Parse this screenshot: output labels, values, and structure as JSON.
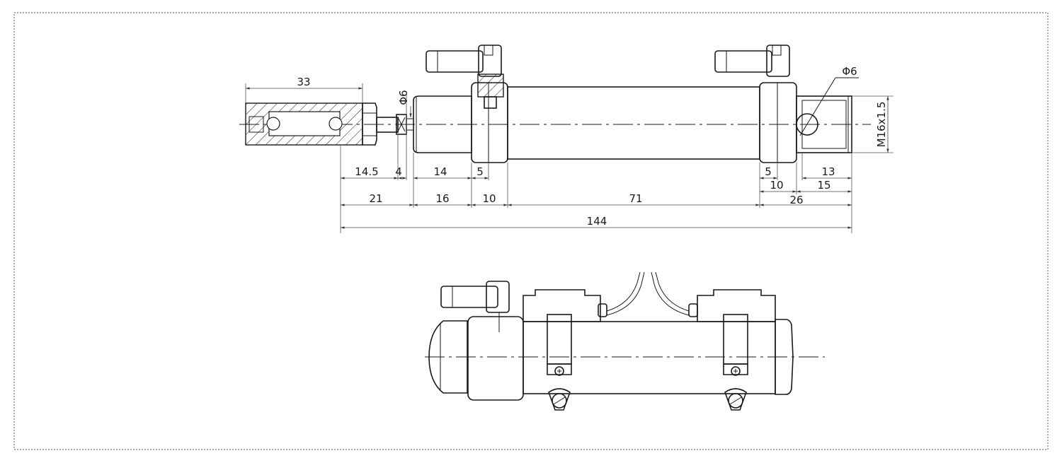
{
  "dimensions": {
    "rod_length": "33",
    "rod_diameter": "Φ6",
    "seg_14_5": "14.5",
    "seg_4": "4",
    "seg_14": "14",
    "seg_5_left": "5",
    "seg_21": "21",
    "seg_16": "16",
    "seg_10_left": "10",
    "seg_71": "71",
    "seg_5_right": "5",
    "seg_13": "13",
    "seg_10_right": "10",
    "seg_15": "15",
    "seg_26": "26",
    "overall_144": "144",
    "port_diameter": "Φ6",
    "thread_spec": "M16x1.5"
  }
}
